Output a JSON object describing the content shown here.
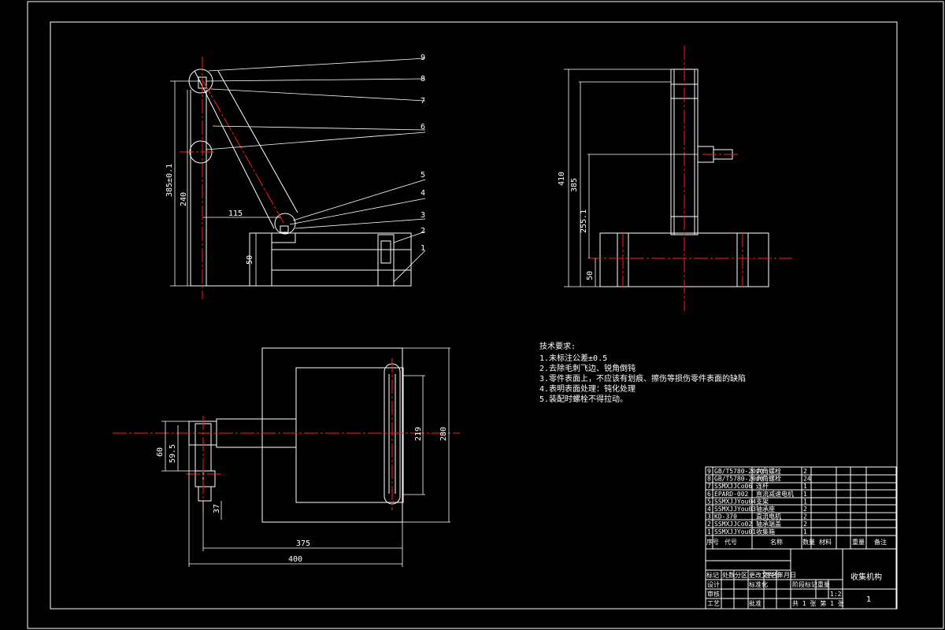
{
  "drawing": {
    "title": "收集机构",
    "scale": "1",
    "sheet_info": "共 1 张 第 1 张",
    "ratio": "1:2",
    "weight": "重量",
    "stage": "阶段标记"
  },
  "front_view": {
    "balloons": [
      "9",
      "8",
      "7",
      "6",
      "5",
      "4",
      "3",
      "2",
      "1"
    ],
    "dims": [
      "385±0.1",
      "240",
      "115",
      "50"
    ]
  },
  "side_view": {
    "dims": [
      "410",
      "385",
      "255.1",
      "50"
    ]
  },
  "top_view": {
    "dims": [
      "60",
      "59.5",
      "37",
      "219",
      "280",
      "375",
      "400"
    ]
  },
  "tech_notes": {
    "title": "技术要求:",
    "lines": [
      "1.未标注公差±0.5",
      "2.去除毛刺飞边、锐角倒钝",
      "3.零件表面上，不应该有划痕、擦伤等损伤零件表面的缺陷",
      "4.表明表面处理：钝化处理",
      "5.装配时螺栓不得拉动。"
    ]
  },
  "bom": {
    "headers": [
      "序号",
      "代号",
      "名称",
      "数量",
      "材料",
      "重量",
      "备注"
    ],
    "rows": [
      {
        "no": "9",
        "code": "GB/T5780-2000",
        "name": "六角螺栓",
        "qty": "2"
      },
      {
        "no": "8",
        "code": "GB/T5780-2000",
        "name": "六角螺栓",
        "qty": "24"
      },
      {
        "no": "7",
        "code": "SSMXJJCo06",
        "name": "连杆",
        "qty": "1"
      },
      {
        "no": "6",
        "code": "EPARD-002",
        "name": "直流减速电机",
        "qty": "1"
      },
      {
        "no": "5",
        "code": "SSMXJJYou04",
        "name": "支架",
        "qty": "1"
      },
      {
        "no": "4",
        "code": "SSMXJJYou03",
        "name": "轴承座",
        "qty": "2"
      },
      {
        "no": "3",
        "code": "KD-370",
        "name": "直流电机",
        "qty": "2"
      },
      {
        "no": "2",
        "code": "SSMXJJCo02",
        "name": "轴承端盖",
        "qty": "2"
      },
      {
        "no": "1",
        "code": "SSMXJJYou01",
        "name": "收集箱",
        "qty": "1"
      }
    ],
    "sign_rows": [
      "标记",
      "处数",
      "分区",
      "更改文件号",
      "签名",
      "年月日"
    ],
    "sign_labels": [
      "设计",
      "审核",
      "工艺"
    ],
    "std_label": "标准化",
    "approve_label": "批准"
  }
}
